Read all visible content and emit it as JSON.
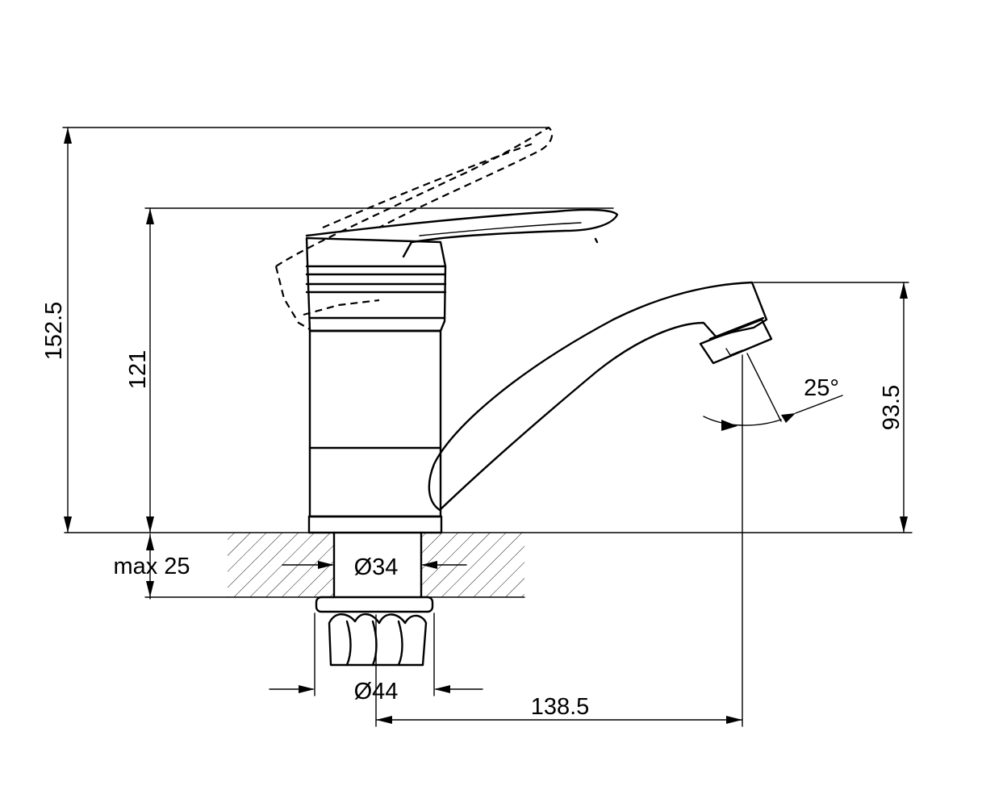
{
  "dimensions": {
    "overall_height": "152.5",
    "body_height": "121",
    "spout_height": "93.5",
    "max_thickness": "max 25",
    "hole_diameter": "Ø34",
    "nut_diameter": "Ø44",
    "reach": "138.5",
    "swivel_angle": "25°"
  }
}
